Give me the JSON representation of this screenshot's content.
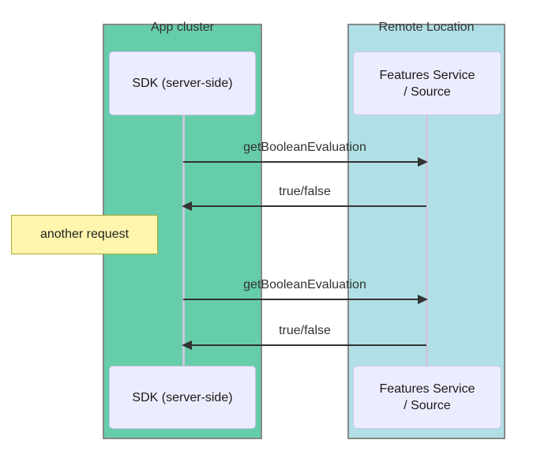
{
  "diagram": {
    "clusters": [
      {
        "label": "App cluster"
      },
      {
        "label": "Remote Location"
      }
    ],
    "actors": {
      "sdk_top": "SDK (server-side)",
      "features_top": "Features Service\n/ Source",
      "sdk_bottom": "SDK (server-side)",
      "features_bottom": "Features Service\n/ Source"
    },
    "messages": [
      {
        "label": "getBooleanEvaluation",
        "direction": "right",
        "from": "SDK (server-side)",
        "to": "Features Service / Source"
      },
      {
        "label": "true/false",
        "direction": "left",
        "from": "Features Service / Source",
        "to": "SDK (server-side)"
      },
      {
        "label": "getBooleanEvaluation",
        "direction": "right",
        "from": "SDK (server-side)",
        "to": "Features Service / Source"
      },
      {
        "label": "true/false",
        "direction": "left",
        "from": "Features Service / Source",
        "to": "SDK (server-side)"
      }
    ],
    "note": {
      "label": "another request"
    }
  },
  "colors": {
    "app_cluster_fill": "#66CDAA",
    "remote_cluster_fill": "#B0E0E6",
    "cluster_border": "#838A8A",
    "actor_fill": "#ECECFF",
    "actor_border": "#C8C4E8",
    "lifeline": "#CCC7DE",
    "arrow": "#333333",
    "note_fill": "#FFF5AD",
    "note_border": "#AAAA33",
    "text": "#333333"
  }
}
